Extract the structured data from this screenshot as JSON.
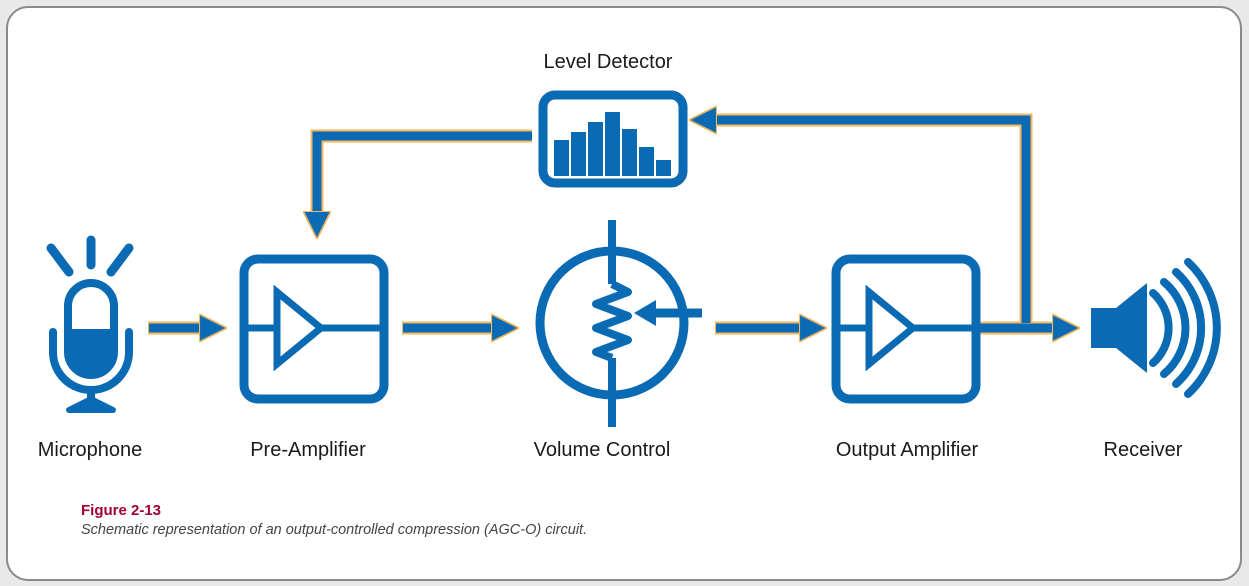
{
  "colors": {
    "primary": "#0a6ab4",
    "outline": "#f4b860",
    "figure_number": "#a3003a"
  },
  "labels": {
    "level_detector": "Level Detector",
    "microphone": "Microphone",
    "pre_amplifier": "Pre-Amplifier",
    "volume_control": "Volume Control",
    "output_amplifier": "Output Amplifier",
    "receiver": "Receiver"
  },
  "icons": {
    "microphone": "microphone-icon",
    "pre_amplifier": "amplifier-icon",
    "volume_control": "potentiometer-icon",
    "output_amplifier": "amplifier-icon",
    "receiver": "speaker-icon",
    "level_detector": "bar-graph-icon"
  },
  "figure": {
    "number": "Figure 2-13",
    "caption": "Schematic representation of an output-controlled compression (AGC-O) circuit."
  }
}
